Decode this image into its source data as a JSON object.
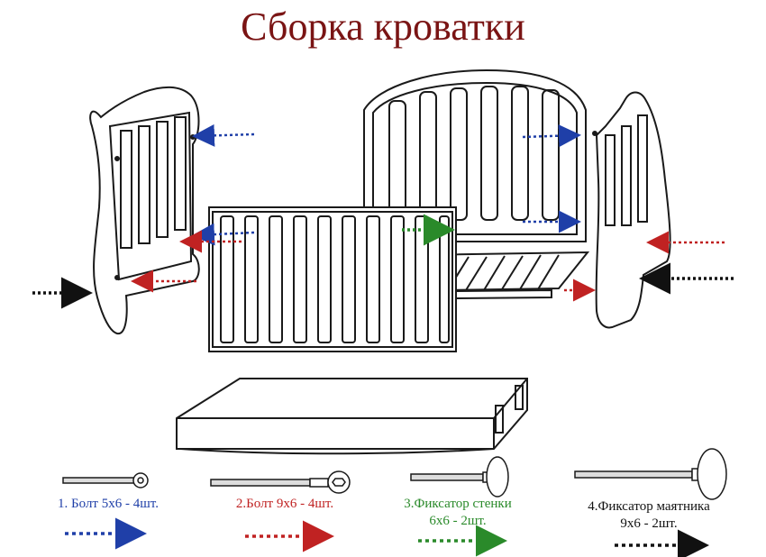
{
  "title": "Сборка кроватки",
  "colors": {
    "title": "#7a1414",
    "blue": "#1f3fa8",
    "red": "#c02222",
    "green": "#2a8a2a",
    "black": "#111111"
  },
  "legend": [
    {
      "line1": "1. Болт 5х6 - 4шт.",
      "line2": "",
      "color": "blue",
      "hardware": "bolt-ring"
    },
    {
      "line1": "2.Болт 9х6 - 4шт.",
      "line2": "",
      "color": "red",
      "hardware": "bolt-hex"
    },
    {
      "line1": "3.Фиксатор стенки",
      "line2": "6х6 - 2шт.",
      "color": "green",
      "hardware": "knob-small"
    },
    {
      "line1": "4.Фиксатор маятника",
      "line2": "9х6 - 2шт.",
      "color": "black",
      "hardware": "knob-large"
    }
  ]
}
